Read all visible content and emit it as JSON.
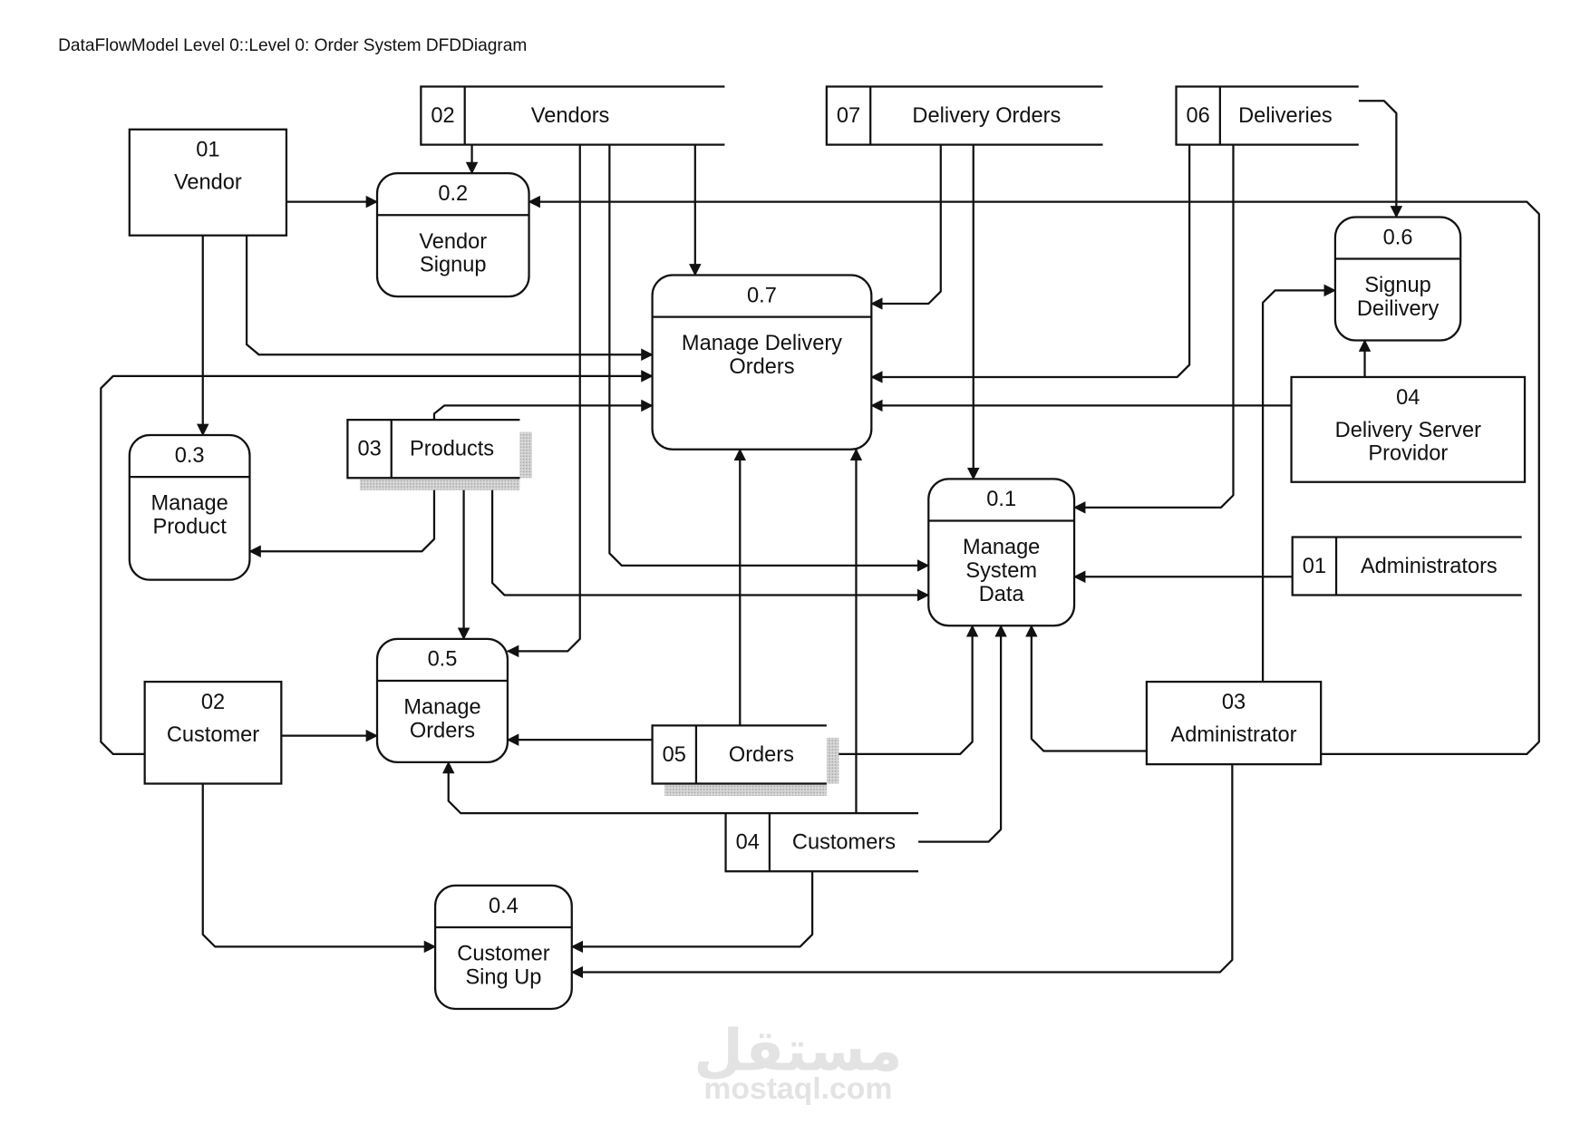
{
  "header": {
    "title": "DataFlowModel Level 0::Level 0: Order System  DFDDiagram"
  },
  "colors": {
    "stroke": "#111111",
    "background": "#ffffff",
    "shadow": "#bdbdbd",
    "watermark": "#e3e3e3"
  },
  "processes": [
    {
      "key": "p01",
      "id": "0.1",
      "lines": [
        "Manage",
        "System",
        "Data"
      ]
    },
    {
      "key": "p02",
      "id": "0.2",
      "lines": [
        "Vendor",
        "Signup"
      ]
    },
    {
      "key": "p03",
      "id": "0.3",
      "lines": [
        "Manage",
        "Product"
      ]
    },
    {
      "key": "p04",
      "id": "0.4",
      "lines": [
        "Customer",
        "Sing Up"
      ]
    },
    {
      "key": "p05",
      "id": "0.5",
      "lines": [
        "Manage",
        "Orders"
      ]
    },
    {
      "key": "p06",
      "id": "0.6",
      "lines": [
        "Signup",
        "Deilivery"
      ]
    },
    {
      "key": "p07",
      "id": "0.7",
      "lines": [
        "Manage Delivery",
        "Orders"
      ]
    }
  ],
  "entities": [
    {
      "key": "e01",
      "id": "01",
      "lines": [
        "Vendor"
      ]
    },
    {
      "key": "e02",
      "id": "02",
      "lines": [
        "Customer"
      ]
    },
    {
      "key": "e03",
      "id": "03",
      "lines": [
        "Administrator"
      ]
    },
    {
      "key": "e04",
      "id": "04",
      "lines": [
        "Delivery Server",
        "Providor"
      ]
    }
  ],
  "stores": [
    {
      "key": "s01",
      "id": "01",
      "name": "Administrators"
    },
    {
      "key": "s02",
      "id": "02",
      "name": "Vendors"
    },
    {
      "key": "s03",
      "id": "03",
      "name": "Products"
    },
    {
      "key": "s04",
      "id": "04",
      "name": "Customers"
    },
    {
      "key": "s05",
      "id": "05",
      "name": "Orders"
    },
    {
      "key": "s06",
      "id": "06",
      "name": "Deliveries"
    },
    {
      "key": "s07",
      "id": "07",
      "name": "Delivery Orders"
    }
  ],
  "flows": [
    {
      "from": "Vendor",
      "to": "0.2 Vendor Signup"
    },
    {
      "from": "02 Vendors",
      "to": "0.2 Vendor Signup"
    },
    {
      "from": "03 Administrator",
      "to": "0.2 Vendor Signup"
    },
    {
      "from": "Vendor",
      "to": "0.3 Manage Product"
    },
    {
      "from": "Vendor",
      "to": "0.7 Manage Delivery Orders"
    },
    {
      "from": "Customer",
      "to": "0.7 Manage Delivery Orders"
    },
    {
      "from": "03 Products",
      "to": "0.7 Manage Delivery Orders"
    },
    {
      "from": "02 Vendors",
      "to": "0.7 Manage Delivery Orders"
    },
    {
      "from": "07 Delivery Orders",
      "to": "0.7 Manage Delivery Orders"
    },
    {
      "from": "06 Deliveries",
      "to": "0.7 Manage Delivery Orders"
    },
    {
      "from": "Delivery Server Providor",
      "to": "0.7 Manage Delivery Orders"
    },
    {
      "from": "05 Orders",
      "to": "0.7 Manage Delivery Orders"
    },
    {
      "from": "04 Customers",
      "to": "0.7 Manage Delivery Orders"
    },
    {
      "from": "06 Deliveries",
      "to": "0.6 Signup Deilivery"
    },
    {
      "from": "Administrator",
      "to": "0.6 Signup Deilivery"
    },
    {
      "from": "Delivery Server Providor",
      "to": "0.6 Signup Deilivery"
    },
    {
      "from": "03 Products",
      "to": "0.3 Manage Product"
    },
    {
      "from": "03 Products",
      "to": "0.5 Manage Orders"
    },
    {
      "from": "02 Vendors",
      "to": "0.5 Manage Orders"
    },
    {
      "from": "Customer",
      "to": "0.5 Manage Orders"
    },
    {
      "from": "05 Orders",
      "to": "0.5 Manage Orders"
    },
    {
      "from": "04 Customers",
      "to": "0.5 Manage Orders"
    },
    {
      "from": "07 Delivery Orders",
      "to": "0.1 Manage System Data"
    },
    {
      "from": "06 Deliveries",
      "to": "0.1 Manage System Data"
    },
    {
      "from": "02 Vendors",
      "to": "0.1 Manage System Data"
    },
    {
      "from": "03 Products",
      "to": "0.1 Manage System Data"
    },
    {
      "from": "01 Administrators",
      "to": "0.1 Manage System Data"
    },
    {
      "from": "05 Orders",
      "to": "0.1 Manage System Data"
    },
    {
      "from": "04 Customers",
      "to": "0.1 Manage System Data"
    },
    {
      "from": "Administrator",
      "to": "0.1 Manage System Data"
    },
    {
      "from": "Customer",
      "to": "0.4 Customer Sing Up"
    },
    {
      "from": "04 Customers",
      "to": "0.4 Customer Sing Up"
    },
    {
      "from": "Administrator",
      "to": "0.4 Customer Sing Up"
    }
  ],
  "watermark": {
    "arabic": "مستقل",
    "latin": "mostaql.com"
  }
}
